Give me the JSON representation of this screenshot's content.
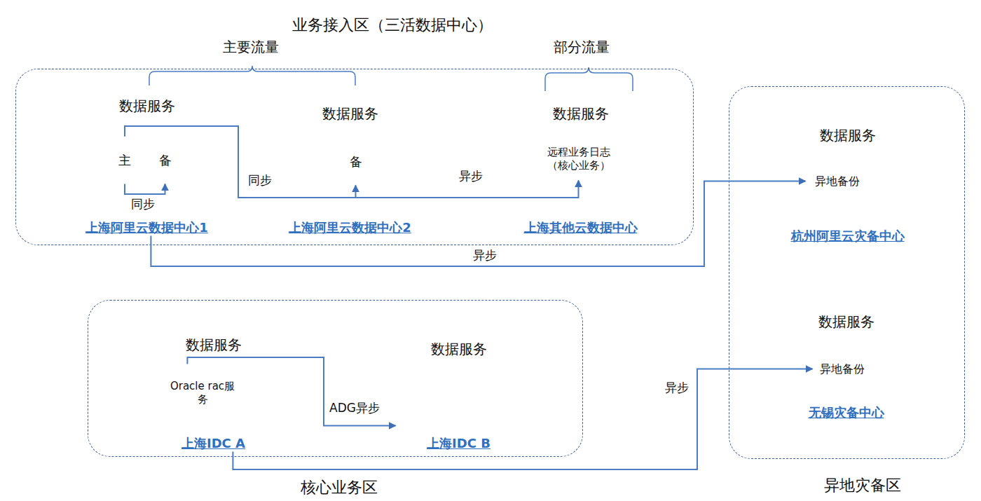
{
  "diagram": {
    "nodes": [
      {
        "text": [
          "业务接入区（三活数据中心）"
        ]
      },
      {
        "text": [
          "数据服务",
          "上海阿里云数据中心1"
        ],
        "in": 0
      },
      {
        "text": [
          "主"
        ],
        "in": 1
      },
      {
        "text": [
          "备"
        ],
        "in": 1
      },
      {
        "text": [
          "数据服务",
          "上海阿里云数据中心2"
        ],
        "in": 0
      },
      {
        "text": [
          "备"
        ],
        "in": 4
      },
      {
        "text": [
          "数据服务",
          "上海其他云数据中心"
        ],
        "in": 0
      },
      {
        "text": [
          "远程业务日志（核心业务）"
        ],
        "in": 6
      },
      {
        "text": [
          "核心业务区"
        ]
      },
      {
        "text": [
          "数据服务",
          "上海IDC A"
        ],
        "in": 8
      },
      {
        "text": [
          "Oracle rac服务"
        ],
        "in": 9
      },
      {
        "text": [
          "数据服务",
          "上海IDC B"
        ],
        "in": 8
      },
      {
        "text": [
          "异地灾备区"
        ]
      },
      {
        "text": [
          "数据服务",
          "杭州阿里云灾备中心"
        ],
        "in": 12
      },
      {
        "text": [
          "异地备份"
        ],
        "in": 13
      },
      {
        "text": [
          "数据服务",
          "无锡灾备中心"
        ],
        "in": 12
      },
      {
        "text": [
          "异地备份"
        ],
        "in": 15
      }
    ],
    "edges": [
      {
        "from": 2,
        "to": 3,
        "label": "同步",
        "arrow": "to"
      },
      {
        "from": 2,
        "to": 5,
        "label": "同步",
        "arrow": "to"
      },
      {
        "from": 2,
        "to": 7,
        "label": "异步",
        "arrow": "to"
      },
      {
        "from": 1,
        "to": 14,
        "label": "异步",
        "arrow": "to"
      },
      {
        "from": 10,
        "to": 11,
        "label": "ADG异步",
        "arrow": "to"
      },
      {
        "from": 9,
        "to": 16,
        "label": "异步",
        "arrow": "to"
      }
    ],
    "labels": [
      "主要流量",
      "部分流量"
    ]
  }
}
